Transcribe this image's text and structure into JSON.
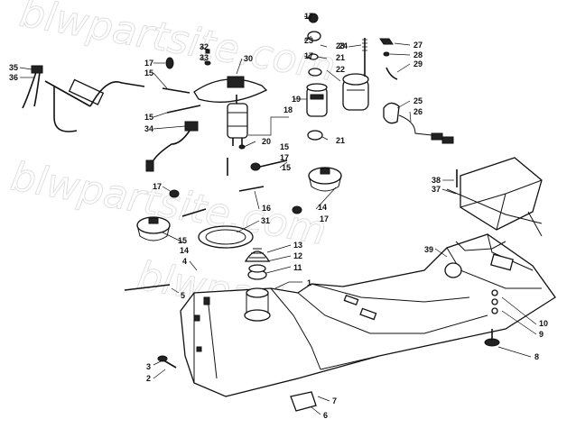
{
  "watermark": "blwpartsite.com",
  "callouts": [
    "1",
    "2",
    "3",
    "4",
    "5",
    "6",
    "7",
    "8",
    "9",
    "10",
    "11",
    "12",
    "13",
    "14",
    "15",
    "16",
    "17",
    "18",
    "19",
    "20",
    "21",
    "22",
    "23",
    "24",
    "25",
    "26",
    "27",
    "28",
    "29",
    "30",
    "31",
    "32",
    "33",
    "34",
    "35",
    "36",
    "37",
    "38",
    "39"
  ]
}
